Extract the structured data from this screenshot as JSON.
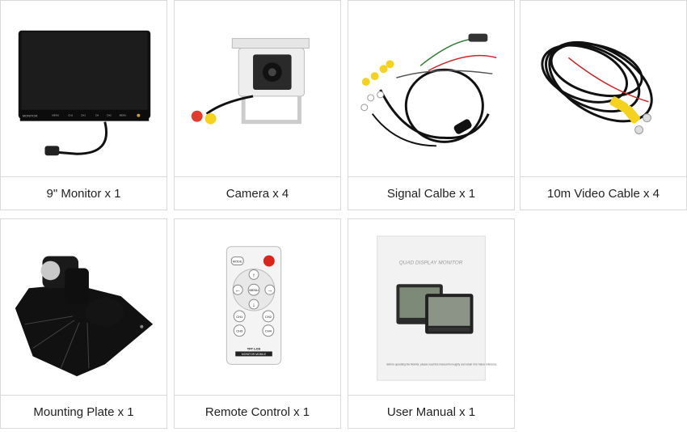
{
  "items": [
    {
      "caption": "9\" Monitor x 1",
      "image": "monitor-icon"
    },
    {
      "caption": "Camera x 4",
      "image": "camera-icon"
    },
    {
      "caption": "Signal Calbe x 1",
      "image": "signal-cable-icon"
    },
    {
      "caption": "10m Video Cable x 4",
      "image": "video-cable-icon"
    },
    {
      "caption": "Mounting Plate x 1",
      "image": "mounting-plate-icon"
    },
    {
      "caption": "Remote Control x 1",
      "image": "remote-control-icon"
    },
    {
      "caption": "User Manual x 1",
      "image": "user-manual-icon"
    }
  ],
  "monitor": {
    "brand": "MONITOR",
    "buttons": [
      "MENU",
      "CH1",
      "CH2",
      "CH",
      "CH3",
      "MENU"
    ]
  },
  "remote": {
    "mode": "MODE",
    "menu": "MENU",
    "ch": [
      "CH1",
      "CH2",
      "CH3",
      "CH4"
    ],
    "brand_top": "TFT LCD",
    "brand_bottom": "MONITOR MOBILE"
  },
  "manual": {
    "title": "QUAD DISPLAY MONITOR",
    "footer": "Before operating the Monitor, please read this manual thoroughly and retain it for future reference."
  },
  "colors": {
    "border": "#d9d9d9",
    "text": "#222222"
  }
}
